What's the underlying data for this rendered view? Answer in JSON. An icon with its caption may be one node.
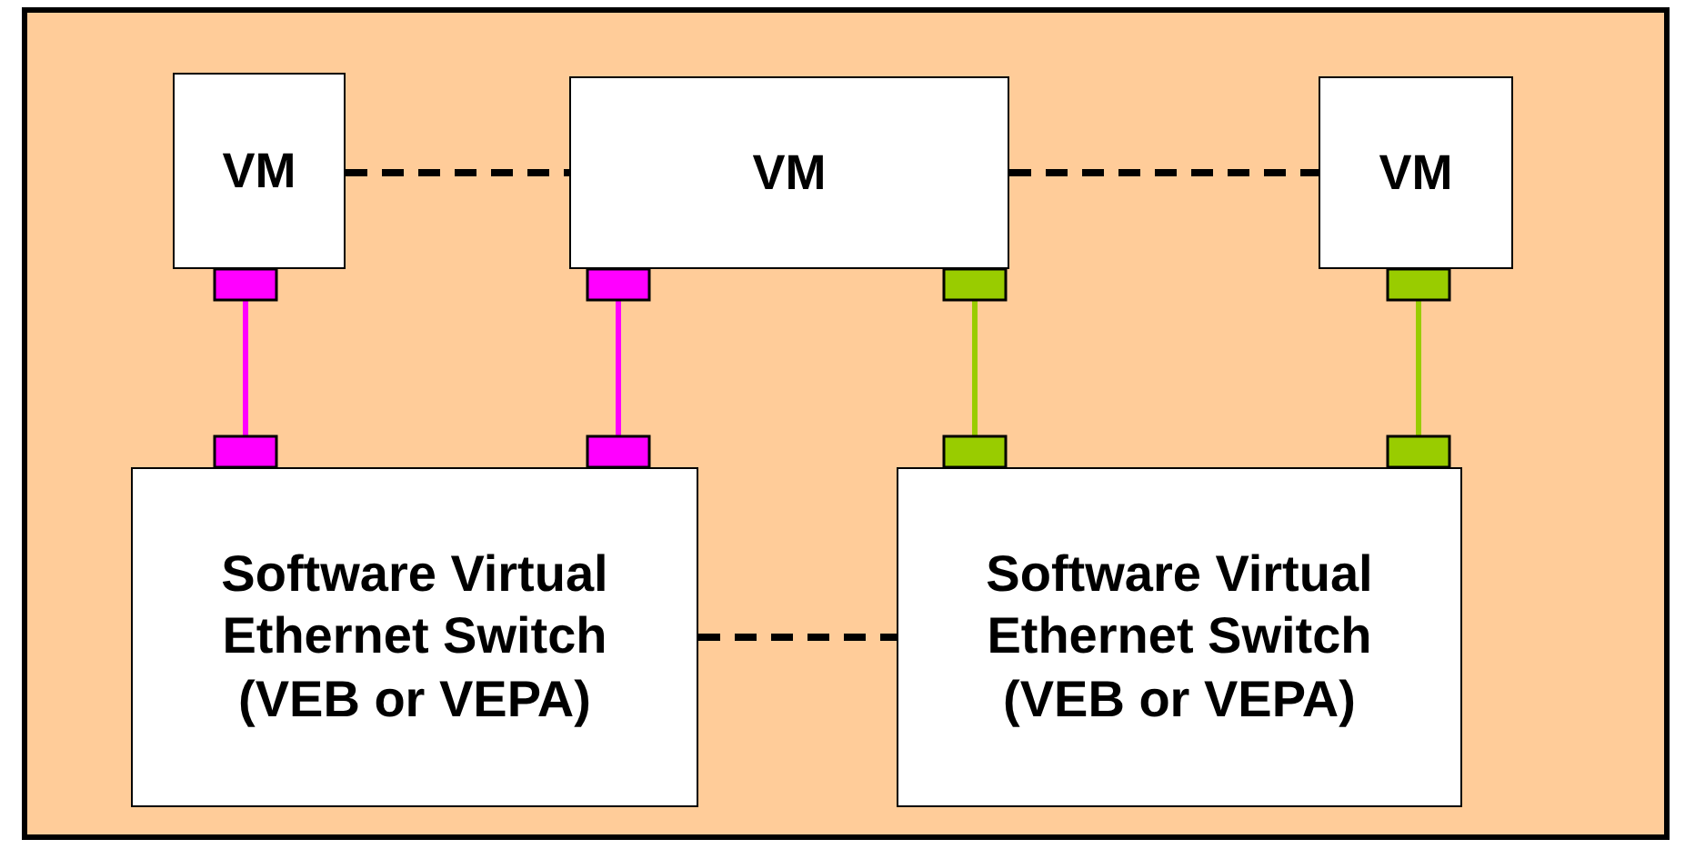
{
  "diagram": {
    "nodes": [
      {
        "text": [],
        "shape": "box"
      },
      {
        "text": [
          "VM"
        ],
        "in": 0
      },
      {
        "text": [
          "VM"
        ],
        "in": 0
      },
      {
        "text": [
          "VM"
        ],
        "in": 0
      },
      {
        "text": [
          "Software Virtual Ethernet Switch (VEB or VEPA)"
        ],
        "in": 0
      },
      {
        "text": [
          "Software Virtual Ethernet Switch (VEB or VEPA)"
        ],
        "in": 0
      }
    ],
    "edges": [
      {
        "from": 1,
        "to": 2,
        "arrow": "none",
        "style": "dashed"
      },
      {
        "from": 2,
        "to": 3,
        "arrow": "none",
        "style": "dashed"
      },
      {
        "from": 1,
        "to": 4,
        "arrow": "other",
        "color": "#ff00ff"
      },
      {
        "from": 2,
        "to": 4,
        "arrow": "other",
        "color": "#ff00ff"
      },
      {
        "from": 2,
        "to": 5,
        "arrow": "other",
        "color": "#99cc00"
      },
      {
        "from": 3,
        "to": 5,
        "arrow": "other",
        "color": "#99cc00"
      },
      {
        "from": 4,
        "to": 5,
        "arrow": "none",
        "style": "dashed"
      }
    ]
  }
}
